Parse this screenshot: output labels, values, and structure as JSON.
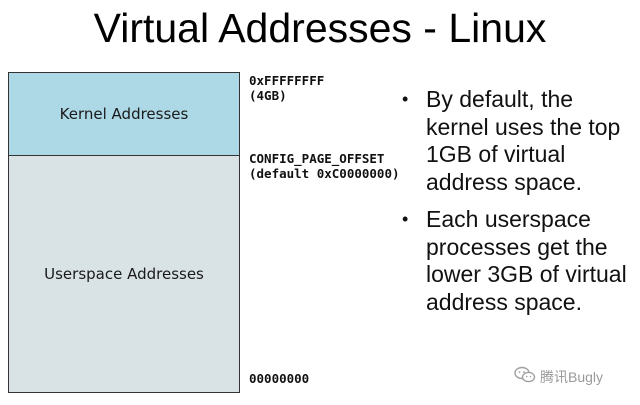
{
  "title": "Virtual Addresses - Linux",
  "memory_map": {
    "kernel_label": "Kernel Addresses",
    "userspace_label": "Userspace Addresses",
    "kernel_color": "#add8e6",
    "userspace_color": "#d9e3e6"
  },
  "addresses": {
    "top_address": "0xFFFFFFFF",
    "top_note": "(4GB)",
    "offset_name": "CONFIG_PAGE_OFFSET",
    "offset_note": "(default 0xC0000000)",
    "bottom_address": "00000000"
  },
  "bullets": [
    {
      "marker": "•",
      "text": "By default, the kernel uses the top 1GB of virtual address space."
    },
    {
      "marker": "•",
      "text": "Each userspace processes get the lower 3GB of virtual address space."
    }
  ],
  "watermark": {
    "icon": "wechat-icon",
    "text": "腾讯Bugly"
  }
}
